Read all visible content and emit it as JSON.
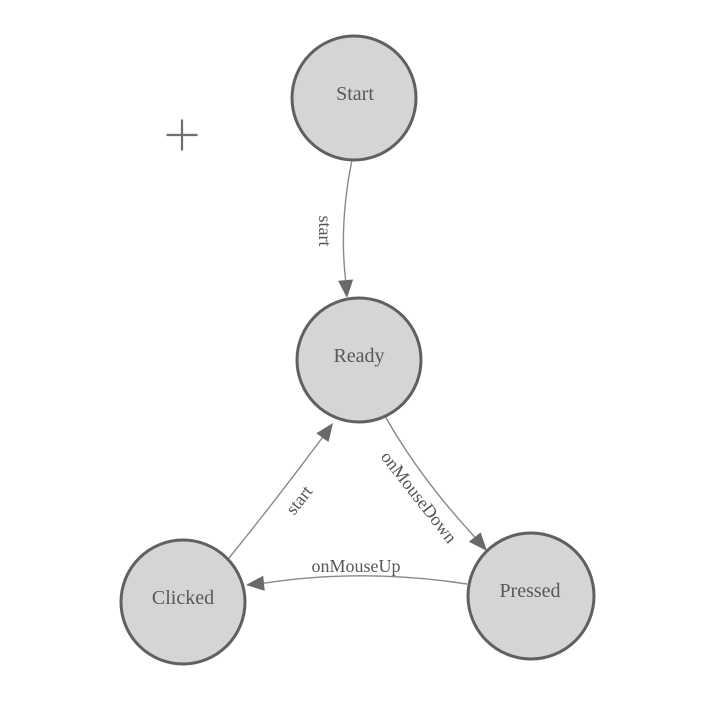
{
  "diagram": {
    "colors": {
      "background": "#ffffff",
      "node_fill": "#d5d5d5",
      "node_border": "#606060",
      "edge_line": "#898989",
      "arrowhead_fill": "#696969",
      "node_text": "#55585e",
      "edge_text": "#54575e",
      "cursor": "#6e6e6e"
    },
    "cursor_icon": "plus-crosshair-icon",
    "nodes": [
      {
        "id": "start",
        "label": "Start"
      },
      {
        "id": "ready",
        "label": "Ready"
      },
      {
        "id": "clicked",
        "label": "Clicked"
      },
      {
        "id": "pressed",
        "label": "Pressed"
      }
    ],
    "edges": [
      {
        "from": "Start",
        "to": "Ready",
        "label": "start"
      },
      {
        "from": "Ready",
        "to": "Pressed",
        "label": "onMouseDown"
      },
      {
        "from": "Pressed",
        "to": "Clicked",
        "label": "onMouseUp"
      },
      {
        "from": "Clicked",
        "to": "Ready",
        "label": "start"
      }
    ]
  }
}
